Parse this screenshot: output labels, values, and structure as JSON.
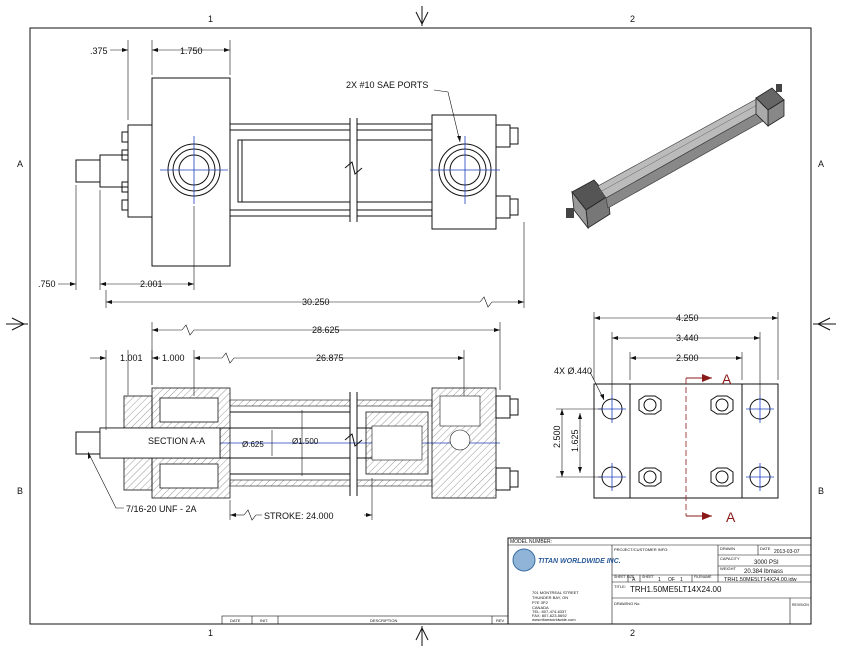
{
  "border": {
    "zone_top_1": "1",
    "zone_top_2": "2",
    "zone_bottom_1": "1",
    "zone_bottom_2": "2",
    "zone_left_a": "A",
    "zone_left_b": "B",
    "zone_right_a": "A",
    "zone_right_b": "B"
  },
  "top_view": {
    "dim_375": ".375",
    "dim_1750": "1.750",
    "dim_750": ".750",
    "dim_2001": "2.001",
    "dim_30250": "30.250",
    "ports_label": "2X #10 SAE PORTS"
  },
  "section_view": {
    "dim_28625": "28.625",
    "dim_1001": "1.001",
    "dim_1000": "1.000",
    "dim_26875": "26.875",
    "section_label": "SECTION A-A",
    "dia_rod": "Ø.625",
    "dia_bore": "Ø1.500",
    "thread_label": "7/16-20 UNF - 2A",
    "stroke_label": "STROKE: 24.000"
  },
  "end_view": {
    "dim_4250": "4.250",
    "dim_3440": "3.440",
    "dim_2500_h": "2.500",
    "holes_label": "4X Ø.440",
    "dim_2500_v": "2.500",
    "dim_1625": "1.625",
    "section_mark_top": "A",
    "section_mark_bottom": "A"
  },
  "title_block": {
    "model_number_label": "MODEL NUMBER:",
    "company": "TITAN WORLDWIDE INC.",
    "address_1": "701 MONTREAL STREET",
    "address_2": "THUNDER BAY, ON",
    "address_3": "P7E 3P2",
    "address_4": "CANADA",
    "tel": "TEL: 807-474-6337",
    "fax": "FAX: 807-623-5692",
    "web": "www.titanworldwide.com",
    "project_label": "PROJECT/CUSTOMER INFO:",
    "drawn_label": "DRAWN",
    "date_label": "DATE",
    "date_value": "2013-03-07",
    "capacity_label": "CAPACITY",
    "capacity_value": "3000 PSI",
    "weight_label": "WEIGHT",
    "weight_value": "20.384 lbmass",
    "sheet_size_label": "SHEET SIZE",
    "sheet_size_value": "A",
    "sheet_label": "SHEET",
    "sheet_value": "1",
    "of_label": "OF",
    "of_value": "1",
    "filename_label": "FILENAME",
    "filename_value": "TRH1.50ME5LT14X24.00.idw",
    "title_label": "TITLE:",
    "title_value": "TRH1.50ME5LT14X24.00",
    "drawing_no_label": "DRAWING No.",
    "revision_label": "REVISION",
    "rev_date": "DATE",
    "rev_init": "INIT.",
    "rev_desc": "DESCRIPTION",
    "rev_rev": "REV"
  }
}
